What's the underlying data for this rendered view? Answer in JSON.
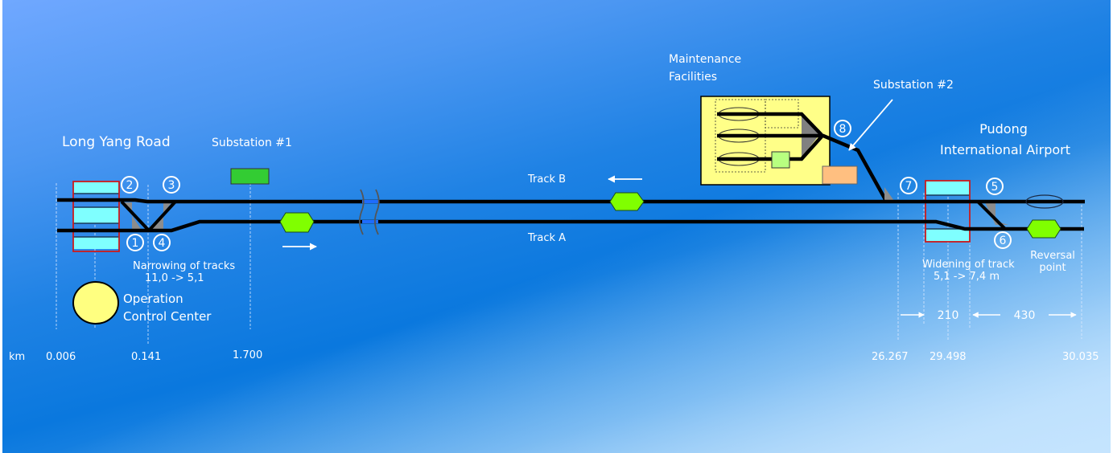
{
  "title_labels": {
    "long_yang_road": "Long Yang Road",
    "substation_1": "Substation #1",
    "maintenance_line1": "Maintenance",
    "maintenance_line2": "Facilities",
    "substation_2": "Substation #2",
    "pudong_line1": "Pudong",
    "pudong_line2": "International Airport"
  },
  "tracks": {
    "track_b": "Track B",
    "track_a": "Track A"
  },
  "annotations": {
    "narrowing_line1": "Narrowing of tracks",
    "narrowing_line2": "11,0 -> 5,1",
    "occ_line1": "Operation",
    "occ_line2": "Control Center",
    "widening_line1": "Widening of  track",
    "widening_line2": "5,1 -> 7,4 m",
    "reversal_line1": "Reversal",
    "reversal_line2": "point"
  },
  "switches": [
    "1",
    "2",
    "3",
    "4",
    "5",
    "6",
    "7",
    "8"
  ],
  "distances": {
    "d210": "210",
    "d430": "430"
  },
  "km_axis": {
    "unit": "km",
    "ticks": [
      "0.006",
      "0.141",
      "1.700",
      "26.267",
      "29.498",
      "30.035"
    ]
  },
  "colors": {
    "track": "#000000",
    "platform": "#7fffff",
    "platform_border": "#cc1b1b",
    "train": "#80ff00",
    "substation_1": "#33cc33",
    "substation_2": "#ffbf80",
    "maintenance_area": "#ffff88",
    "occ": "#ffff80",
    "switch_fill": "#8c8c8c"
  }
}
